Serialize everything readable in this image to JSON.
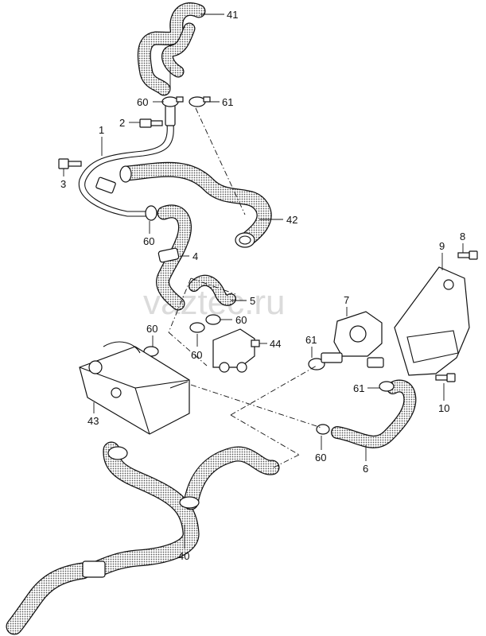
{
  "watermark": "vaztec.ru",
  "callouts": [
    {
      "id": "c41",
      "text": "41"
    },
    {
      "id": "c60a",
      "text": "60"
    },
    {
      "id": "c61a",
      "text": "61"
    },
    {
      "id": "c2",
      "text": "2"
    },
    {
      "id": "c1",
      "text": "1"
    },
    {
      "id": "c3",
      "text": "3"
    },
    {
      "id": "c42",
      "text": "42"
    },
    {
      "id": "c60b",
      "text": "60"
    },
    {
      "id": "c4",
      "text": "4"
    },
    {
      "id": "c5",
      "text": "5"
    },
    {
      "id": "c60c",
      "text": "60"
    },
    {
      "id": "c60d",
      "text": "60"
    },
    {
      "id": "c60e",
      "text": "60"
    },
    {
      "id": "c44",
      "text": "44"
    },
    {
      "id": "c8",
      "text": "8"
    },
    {
      "id": "c9",
      "text": "9"
    },
    {
      "id": "c7",
      "text": "7"
    },
    {
      "id": "c61b",
      "text": "61"
    },
    {
      "id": "c61c",
      "text": "61"
    },
    {
      "id": "c10",
      "text": "10"
    },
    {
      "id": "c43",
      "text": "43"
    },
    {
      "id": "c60f",
      "text": "60"
    },
    {
      "id": "c6",
      "text": "6"
    },
    {
      "id": "c40",
      "text": "40"
    }
  ],
  "colors": {
    "ink": "#111111",
    "hose_fill": "#b8b8b8",
    "watermark": "#cfcfcf"
  }
}
